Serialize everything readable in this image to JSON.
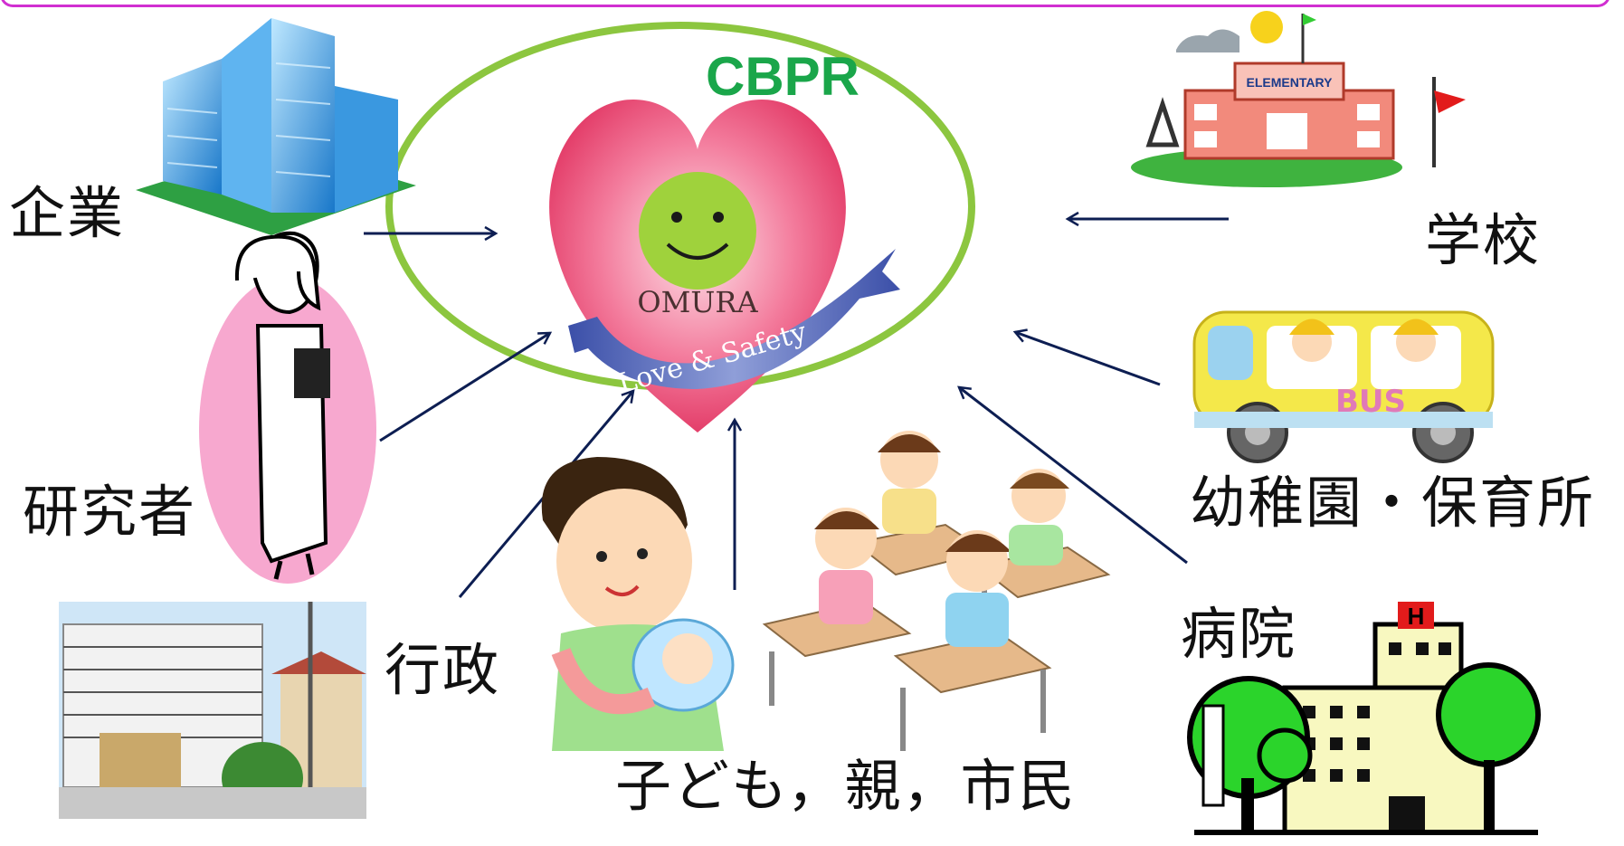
{
  "center": {
    "title": "CBPR",
    "logo_name": "OMURA",
    "ribbon_text": "Love & Safety",
    "ring_color": "#8cc63f",
    "title_color": "#1aa64a"
  },
  "labels": {
    "company": "企業",
    "researcher": "研究者",
    "government": "行政",
    "citizens": "子ども，親，市民",
    "school": "学校",
    "kindergarten": "幼稚園・保育所",
    "hospital": "病院"
  },
  "illustrations": {
    "school_sign": "ELEMENTARY",
    "bus_sign": "BUS"
  },
  "colors": {
    "arrow": "#0d1e52",
    "border": "#d12fd1"
  }
}
